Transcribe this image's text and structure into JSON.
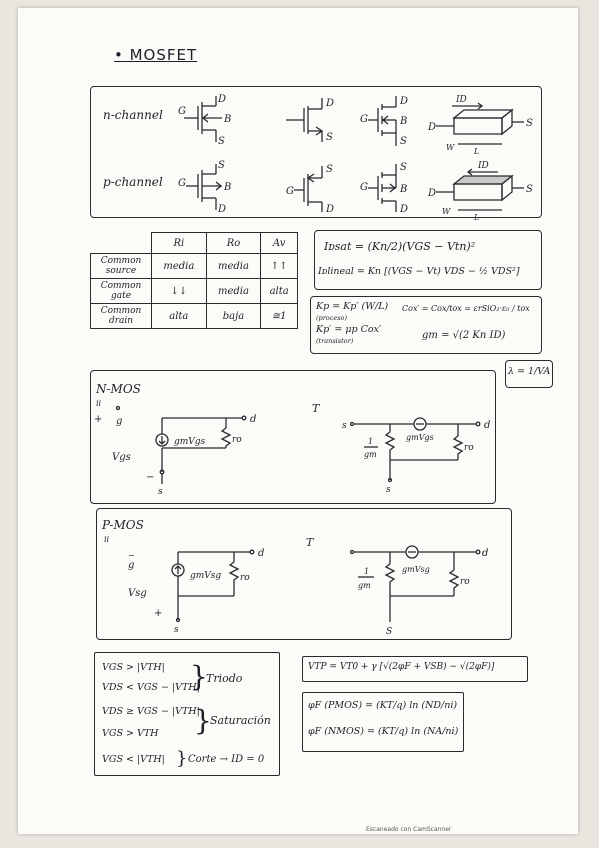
{
  "title": "• MOSFET",
  "symbols_box": {
    "n_channel_label": "n-channel",
    "p_channel_label": "p-channel",
    "terminals": {
      "gate": "G",
      "drain": "D",
      "source": "S",
      "body": "B"
    },
    "block_labels": {
      "n_current": "ID",
      "p_current": "ID",
      "width": "W",
      "length": "L"
    }
  },
  "comparison_table": {
    "headers": [
      "Ri",
      "Ro",
      "Av"
    ],
    "rows": [
      {
        "name": "Common source",
        "values": [
          "media",
          "media",
          "↑↑"
        ]
      },
      {
        "name": "Common gate",
        "values": [
          "↓↓",
          "media",
          "alta"
        ]
      },
      {
        "name": "Common drain",
        "values": [
          "alta",
          "baja",
          "≅1"
        ]
      }
    ]
  },
  "formulas": {
    "idsat": "Iᴅsat = (Kn/2)(VGS − Vtn)²",
    "idlineal": "Iᴅlineal = Kn [(VGS − Vt) VDS − ½ VDS²]",
    "kp_proceso": "Kp = Kp′ (W/L)",
    "kp_proceso_note": "(proceso)",
    "kp_transistor": "Kp′ = μp Cox′",
    "kp_transistor_note": "(transistor)",
    "cox": "Cox′ = Cox/tox = εrSiO₂·ε₀ / tox",
    "gm": "gm = √(2 Kn ID)",
    "lambda": "λ = 1/VA"
  },
  "nmos": {
    "title": "N-MOS",
    "gate": "g",
    "gate_current": "ii",
    "vgs": "Vgs",
    "plus": "+",
    "minus": "−",
    "drain": "d",
    "source": "s",
    "gm_source": "gmVgs",
    "ro": "ro",
    "t_equiv": "T",
    "t_source": "s",
    "t_gm_frac_num": "1",
    "t_gm_frac_den": "gm",
    "t_gm_source": "gmVgs",
    "t_drain": "d",
    "t_ro": "ro",
    "t_bottom_s": "s"
  },
  "pmos": {
    "title": "P-MOS",
    "gate": "g",
    "gate_current": "ii",
    "vsg": "Vsg",
    "plus": "+",
    "minus": "−",
    "drain": "d",
    "source": "s",
    "gm_source": "gmVsg",
    "ro": "ro",
    "t_equiv": "T",
    "t_gm_frac_num": "1",
    "t_gm_frac_den": "gm",
    "t_gm_source": "gmVsg",
    "t_drain": "d",
    "t_ro": "ro",
    "t_bottom_s": "S"
  },
  "regions": {
    "triodo_1": "VGS > |VTH|",
    "triodo_2": "VDS < VGS − |VTH|",
    "triodo_label": "Triodo",
    "sat_1": "VDS ≥ VGS − |VTH|",
    "sat_2": "VGS > VTH",
    "sat_label": "Saturación",
    "corte_1": "VGS < |VTH|",
    "corte_label": "Corte → ID = 0"
  },
  "threshold": {
    "vtp": "VTP = VT0 + γ [√(2φF + VSB) − √(2φF)]",
    "phi_pmos": "φF (PMOS) = (KT/q) ln (ND/ni)",
    "phi_nmos": "φF (NMOS) = (KT/q) ln (NA/ni)"
  },
  "footer": "Escaneado con CamScanner"
}
